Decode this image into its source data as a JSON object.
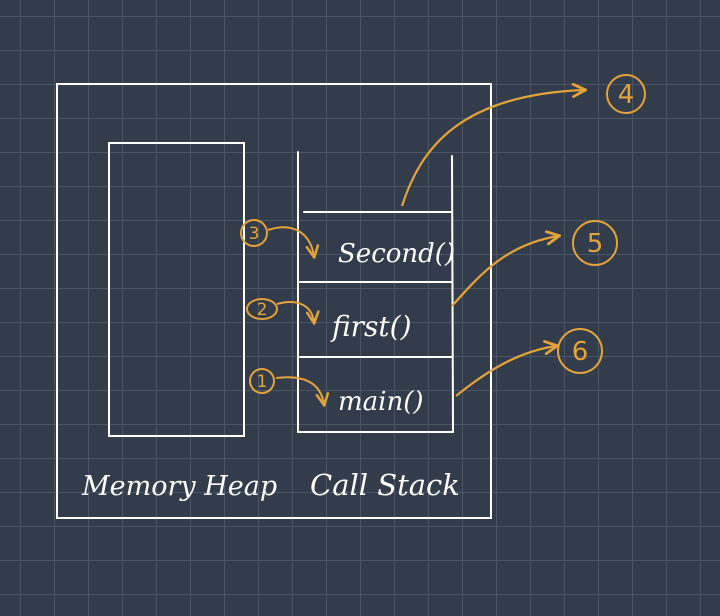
{
  "diagram": {
    "memory_heap_label": "Memory Heap",
    "call_stack_label": "Call Stack",
    "stack_frames": [
      {
        "label": "Second()",
        "push_order": "3",
        "pop_order": "4"
      },
      {
        "label": "first()",
        "push_order": "2",
        "pop_order": "5"
      },
      {
        "label": "main()",
        "push_order": "1",
        "pop_order": "6"
      }
    ]
  },
  "colors": {
    "background": "#333c4a",
    "grid": "#4c5566",
    "chalk": "#ffffff",
    "accent": "#e4a33a"
  }
}
